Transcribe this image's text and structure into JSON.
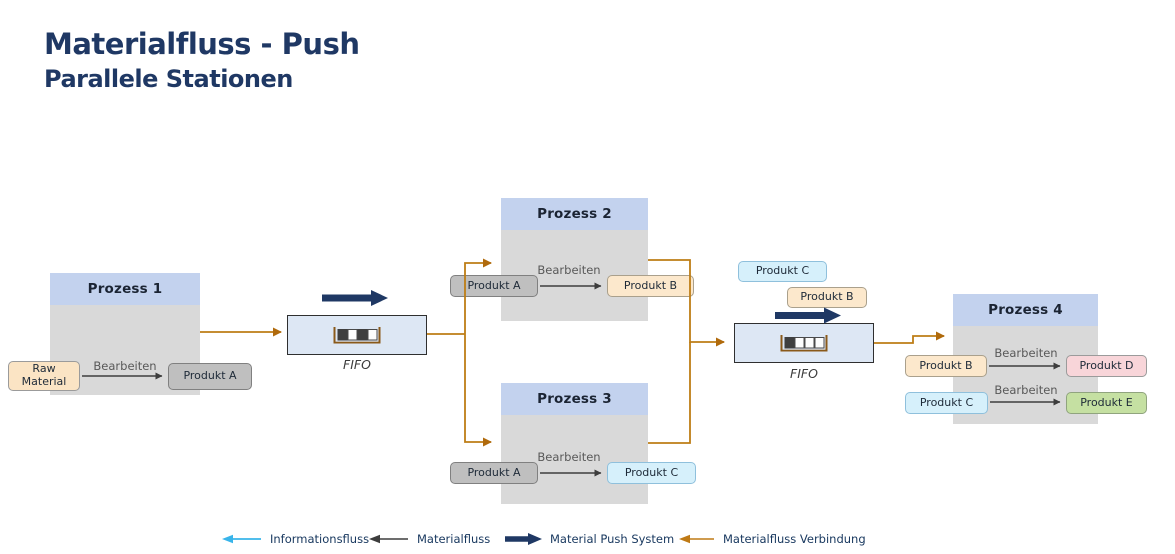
{
  "title": {
    "line1": "Materialfluss - Push",
    "line2": "Parallele Stationen"
  },
  "labels": {
    "bearbeiten": "Bearbeiten"
  },
  "processes": [
    {
      "title": "Prozess 1"
    },
    {
      "title": "Prozess 2"
    },
    {
      "title": "Prozess 3"
    },
    {
      "title": "Prozess 4"
    }
  ],
  "fifo": {
    "label": "FIFO"
  },
  "chips": [
    {
      "id": "raw-material",
      "label": "Raw Material",
      "bg": "#fbe4c4",
      "border": "#9b9b9b"
    },
    {
      "id": "p1-out-produkt-a",
      "label": "Produkt A",
      "bg": "#bfbfbf",
      "border": "#808080"
    },
    {
      "id": "p2-in-produkt-a",
      "label": "Produkt A",
      "bg": "#bfbfbf",
      "border": "#808080"
    },
    {
      "id": "p2-out-produkt-b",
      "label": "Produkt B",
      "bg": "#fce8cc",
      "border": "#aaa08c"
    },
    {
      "id": "p3-in-produkt-a",
      "label": "Produkt A",
      "bg": "#bfbfbf",
      "border": "#808080"
    },
    {
      "id": "p3-out-produkt-c",
      "label": "Produkt C",
      "bg": "#d6f0fb",
      "border": "#8fc0dc"
    },
    {
      "id": "queue-produkt-c",
      "label": "Produkt C",
      "bg": "#d6f0fb",
      "border": "#8fc0dc"
    },
    {
      "id": "queue-produkt-b",
      "label": "Produkt B",
      "bg": "#fce8cc",
      "border": "#aaa08c"
    },
    {
      "id": "p4-in-produkt-b",
      "label": "Produkt B",
      "bg": "#fce8cc",
      "border": "#aaa08c"
    },
    {
      "id": "p4-out-produkt-d",
      "label": "Produkt D",
      "bg": "#f8d5d9",
      "border": "#9b9b9b"
    },
    {
      "id": "p4-in-produkt-c",
      "label": "Produkt C",
      "bg": "#d6f0fb",
      "border": "#8fc0dc"
    },
    {
      "id": "p4-out-produkt-e",
      "label": "Produkt E",
      "bg": "#c5e0a2",
      "border": "#90a47e"
    }
  ],
  "legend": {
    "items": [
      {
        "id": "informationsfluss",
        "label": "Informationsfluss",
        "color": "#38b4ea"
      },
      {
        "id": "materialfluss",
        "label": "Materialfluss",
        "color": "#3d3d3d"
      },
      {
        "id": "material-push-system",
        "label": "Material Push System",
        "color": "#1f3864"
      },
      {
        "id": "materialfluss-verbindung",
        "label": "Materialfluss Verbindung",
        "color": "#bf7a15"
      }
    ]
  },
  "colors": {
    "title": "#1f3864",
    "process_header_bg": "#c3d2ee",
    "process_body_bg": "#d9d9d9",
    "connector": "#bd7d16",
    "connector_head": "#b06a0c",
    "material_arrow": "#3d3d3d",
    "push_arrow": "#1f3864"
  }
}
